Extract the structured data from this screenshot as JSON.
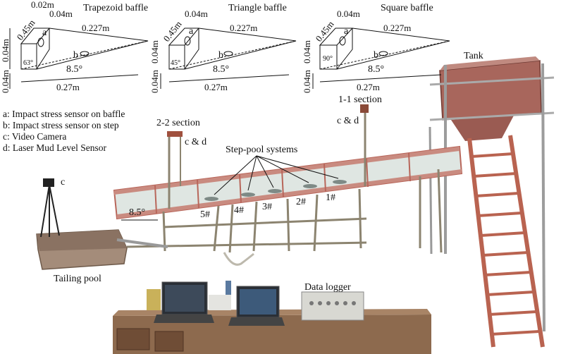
{
  "baffles": {
    "trapezoid": {
      "title": "Trapezoid baffle",
      "dims": [
        "0.02m",
        "0.04m",
        "0.45m",
        "0.227m",
        "0.04m",
        "0.04m",
        "0.27m"
      ],
      "angle_left": "63°",
      "angle_slope": "8.5°",
      "label_a": "a",
      "label_b": "b"
    },
    "triangle": {
      "title": "Triangle baffle",
      "dims": [
        "0.04m",
        "0.45m",
        "0.227m",
        "0.04m",
        "0.04m",
        "0.27m"
      ],
      "angle_left": "45°",
      "angle_slope": "8.5°",
      "label_a": "a",
      "label_b": "b"
    },
    "square": {
      "title": "Square baffle",
      "dims": [
        "0.04m",
        "0.45m",
        "0.227m",
        "0.04m",
        "0.04m",
        "0.27m"
      ],
      "angle_left": "90°",
      "angle_slope": "8.5°",
      "label_a": "a",
      "label_b": "b"
    }
  },
  "legend": [
    "a: Impact stress sensor on baffle",
    "b: Impact stress sensor on step",
    "c: Video Camera",
    "d: Laser Mud Level Sensor"
  ],
  "photo_labels": {
    "tank": "Tank",
    "section_1": "1-1 section",
    "section_2": "2-2 section",
    "c_and_d_1": "c & d",
    "c_and_d_2": "c & d",
    "camera_c": "c",
    "step_pool": "Step-pool systems",
    "flume_angle": "8.5°",
    "pools": [
      "5#",
      "4#",
      "3#",
      "2#",
      "1#"
    ],
    "tailing_pool": "Tailing pool",
    "data_logger": "Data logger"
  }
}
